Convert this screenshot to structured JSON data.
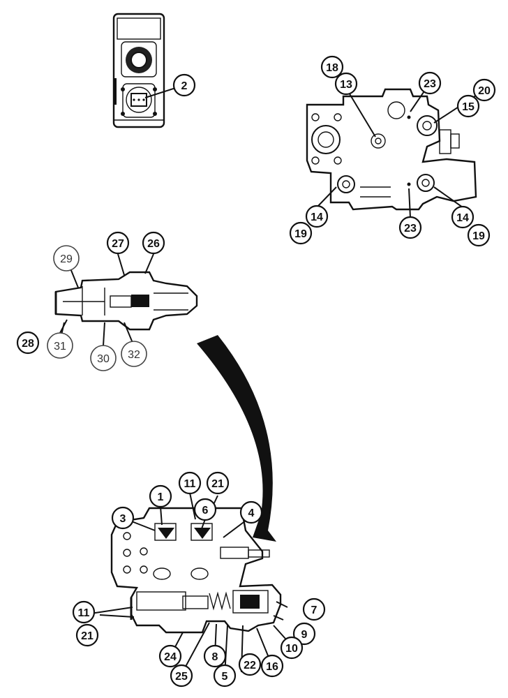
{
  "callouts": {
    "c1": "1",
    "c2": "2",
    "c3": "3",
    "c4": "4",
    "c5": "5",
    "c6": "6",
    "c7": "7",
    "c8": "8",
    "c9": "9",
    "c10": "10",
    "c11a": "11",
    "c11b": "11",
    "c13": "13",
    "c14a": "14",
    "c14b": "14",
    "c15": "15",
    "c16": "16",
    "c18": "18",
    "c19a": "19",
    "c19b": "19",
    "c20": "20",
    "c21a": "21",
    "c21b": "21",
    "c22": "22",
    "c23a": "23",
    "c23b": "23",
    "c24": "24",
    "c25": "25",
    "c26": "26",
    "c27": "27",
    "c28": "28",
    "c29": "29",
    "c30": "30",
    "c31": "31",
    "c32": "32"
  }
}
